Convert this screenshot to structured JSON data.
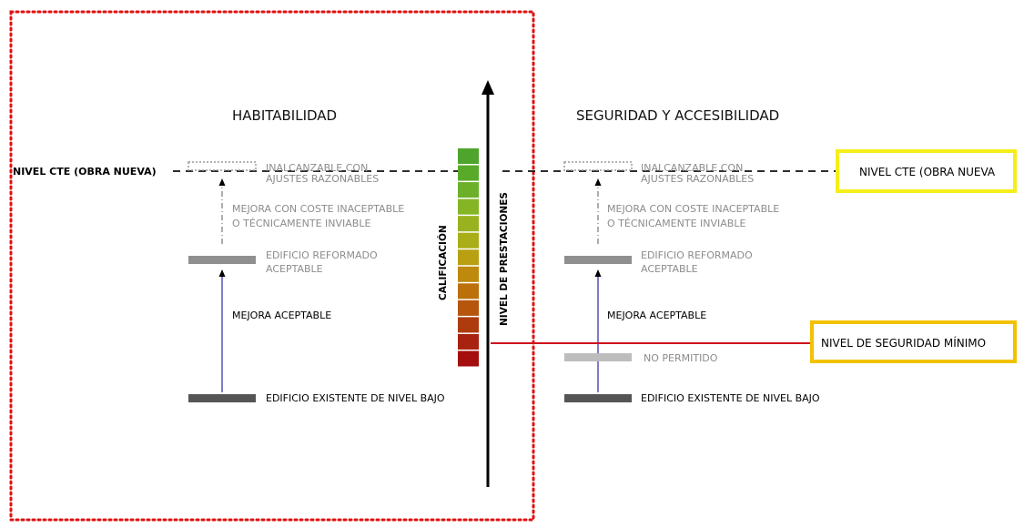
{
  "left": {
    "title": "HABITABILIDAD",
    "nivel_cte": "NIVEL CTE (OBRA NUEVA)",
    "inalcanzable_1": "INALCANZABLE CON",
    "inalcanzable_2": "AJUSTES RAZONABLES",
    "mejora_coste_1": "MEJORA CON COSTE INACEPTABLE",
    "mejora_coste_2": "O TÉCNICAMENTE INVIABLE",
    "reformado_1": "EDIFICIO REFORMADO",
    "reformado_2": "ACEPTABLE",
    "mejora_aceptable": "MEJORA ACEPTABLE",
    "existente": "EDIFICIO EXISTENTE DE NIVEL BAJO"
  },
  "center": {
    "calificacion": "CALIFICACIÓN",
    "nivel_prestaciones": "NIVEL DE PRESTACIONES",
    "scale_colors": [
      "#4ea42c",
      "#5aaa2a",
      "#6cb02a",
      "#85b525",
      "#98b31f",
      "#a9ae18",
      "#b8a012",
      "#bd8a0e",
      "#bb700c",
      "#b5560c",
      "#ad3b0e",
      "#a82210",
      "#a40e0e"
    ]
  },
  "right": {
    "title": "SEGURIDAD Y ACCESIBILIDAD",
    "nivel_cte": "NIVEL CTE (OBRA NUEVA",
    "inalcanzable_1": "INALCANZABLE CON",
    "inalcanzable_2": "AJUSTES RAZONABLES",
    "mejora_coste_1": "MEJORA CON COSTE INACEPTABLE",
    "mejora_coste_2": "O TÉCNICAMENTE INVIABLE",
    "reformado_1": "EDIFICIO REFORMADO",
    "reformado_2": "ACEPTABLE",
    "mejora_aceptable": "MEJORA ACEPTABLE",
    "no_permitido": "NO PERMITIDO",
    "seguridad_minimo": "NIVEL DE SEGURIDAD MÍNIMO",
    "existente": "EDIFICIO EXISTENTE DE NIVEL BAJO"
  },
  "colors": {
    "red_frame": "#e01010",
    "yellow_box": "#f5ee1a",
    "orange_box": "#f2c200",
    "min_line": "#d0121e",
    "blue_arrow": "#3a36a8",
    "gray_text": "#8c8c8c",
    "dark_bar": "#555555",
    "mid_bar": "#8f8f8f",
    "light_bar": "#bdbdbd"
  }
}
